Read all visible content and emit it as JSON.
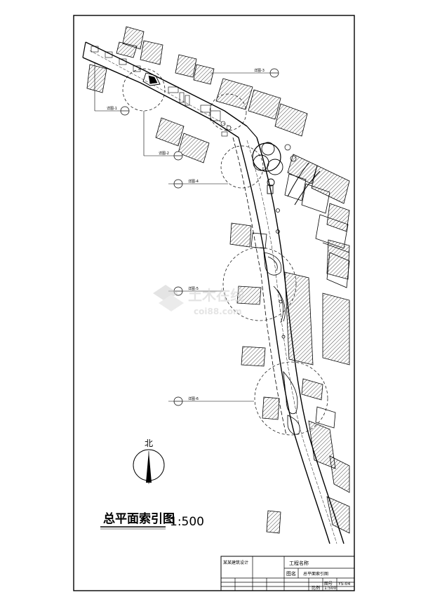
{
  "drawing": {
    "title": "总平面索引图",
    "scale": "1:500",
    "north_label": "北"
  },
  "callouts": [
    {
      "label": "详图-1",
      "ref": "1"
    },
    {
      "label": "详图-2",
      "ref": "2"
    },
    {
      "label": "详图-3",
      "ref": "3"
    },
    {
      "label": "详图-4",
      "ref": "4"
    },
    {
      "label": "详图-5",
      "ref": "5"
    },
    {
      "label": "详图-6",
      "ref": "6"
    }
  ],
  "title_block": {
    "company": "某某建筑设计",
    "project_label": "工程名称",
    "drawing_label": "图名",
    "drawing_name": "总平面索引图",
    "scale_label": "比例",
    "scale_value": "1:500",
    "drawing_no_label": "图号",
    "drawing_no": "YS-04"
  },
  "watermark": {
    "text": "土木在线",
    "sub": "coi88.com"
  }
}
